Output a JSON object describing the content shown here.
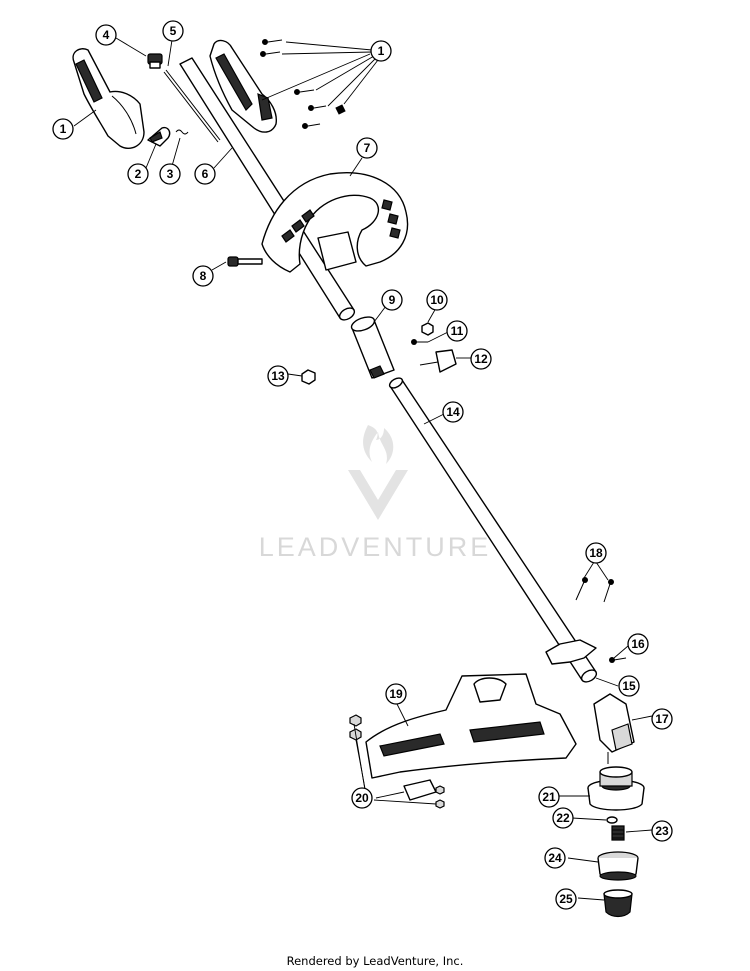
{
  "watermark": {
    "text": "LEADVENTURE"
  },
  "footer": {
    "text": "Rendered by LeadVenture, Inc."
  },
  "callouts": [
    "1",
    "1",
    "2",
    "3",
    "4",
    "5",
    "6",
    "7",
    "8",
    "9",
    "10",
    "11",
    "12",
    "13",
    "14",
    "15",
    "16",
    "17",
    "18",
    "19",
    "20",
    "21",
    "22",
    "23",
    "24",
    "25"
  ],
  "colors": {
    "line": "#000000",
    "background": "#ffffff",
    "watermark": "#d8d8d8"
  }
}
